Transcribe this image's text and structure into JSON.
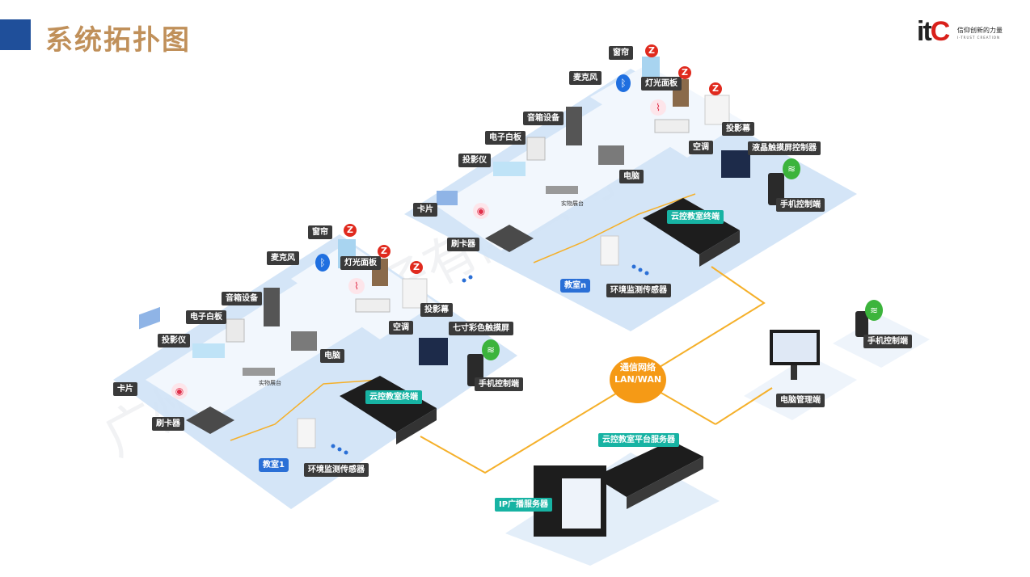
{
  "header": {
    "title": "系统拓扑图"
  },
  "logo": {
    "mark_i": "i",
    "mark_t": "t",
    "mark_c": "C",
    "tagline_cn": "信仰创新的力量",
    "tagline_en": "I-TRUST CREATION"
  },
  "watermark": {
    "text": "广州市保伦电子有限公司"
  },
  "classroom1": {
    "curtain": "窗帘",
    "microphone": "麦克风",
    "light_panel": "灯光面板",
    "speaker": "音箱设备",
    "whiteboard": "电子白板",
    "projector": "投影仪",
    "computer": "电脑",
    "visualizer": "实物展台",
    "air_conditioner": "空调",
    "projection_screen": "投影幕",
    "touch_screen": "七寸彩色触摸屏",
    "card": "卡片",
    "card_reader": "刷卡器",
    "terminal": "云控教室终端",
    "mobile_control": "手机控制端",
    "env_sensor": "环境监测传感器",
    "room_name": "教室1"
  },
  "classroom_n": {
    "curtain": "窗帘",
    "microphone": "麦克风",
    "light_panel": "灯光面板",
    "speaker": "音箱设备",
    "whiteboard": "电子白板",
    "projector": "投影仪",
    "computer": "电脑",
    "visualizer": "实物展台",
    "air_conditioner": "空调",
    "projection_screen": "投影幕",
    "touch_screen": "液晶触摸屏控制器",
    "card": "卡片",
    "card_reader": "刷卡器",
    "terminal": "云控教室终端",
    "mobile_control": "手机控制端",
    "env_sensor": "环境监测传感器",
    "room_name": "教室n"
  },
  "network": {
    "line1": "通信网络",
    "line2": "LAN/WAN"
  },
  "management": {
    "pc": "电脑管理端",
    "mobile": "手机控制端"
  },
  "servers": {
    "platform": "云控教室平台服务器",
    "broadcast": "IP广播服务器"
  },
  "colors": {
    "title": "#c0905a",
    "accent_blue": "#1f4f9a",
    "floor": "#cfe2f6",
    "line": "#f5b02a",
    "teal": "#17b3a3"
  },
  "icons": {
    "curtain": "zigbee-icon",
    "microphone": "bluetooth-icon",
    "mobile": "wifi-icon",
    "card_reader": "rfid-icon"
  }
}
